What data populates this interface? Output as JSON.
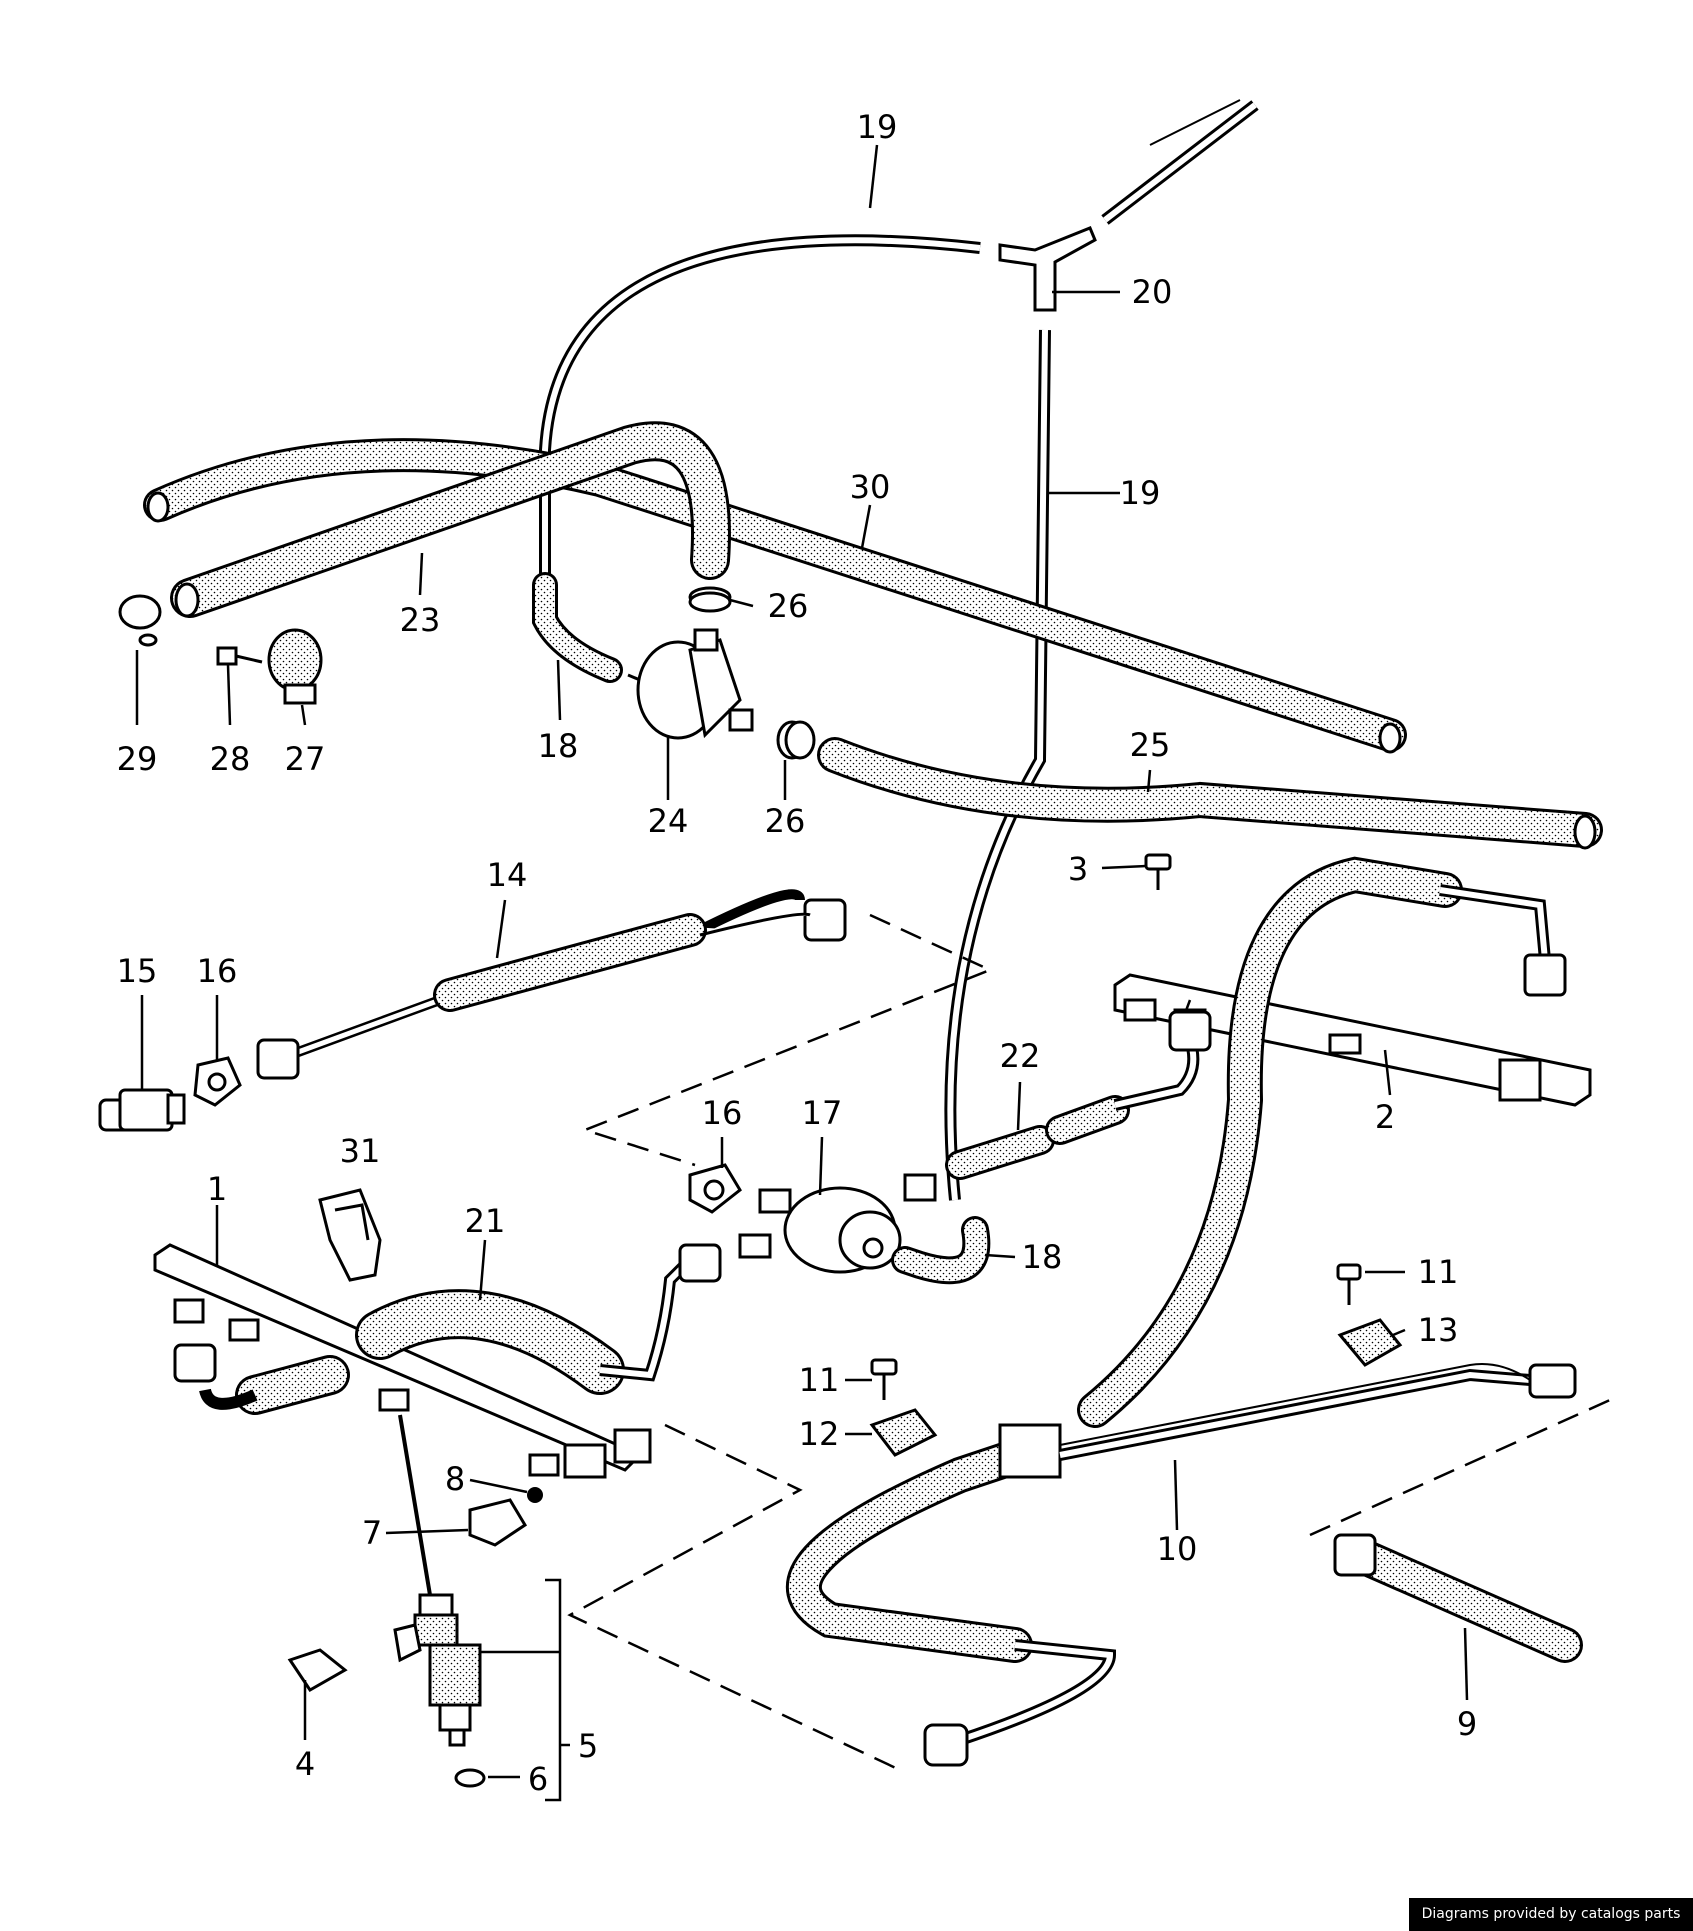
{
  "colors": {
    "ink": "#000000",
    "background": "#ffffff",
    "hose_fill": "#d8d8d8"
  },
  "labels": [
    {
      "id": "1",
      "text": "1"
    },
    {
      "id": "2",
      "text": "2"
    },
    {
      "id": "3",
      "text": "3"
    },
    {
      "id": "4",
      "text": "4"
    },
    {
      "id": "5",
      "text": "5"
    },
    {
      "id": "6",
      "text": "6"
    },
    {
      "id": "7",
      "text": "7"
    },
    {
      "id": "8",
      "text": "8"
    },
    {
      "id": "9",
      "text": "9"
    },
    {
      "id": "10",
      "text": "10"
    },
    {
      "id": "11a",
      "text": "11"
    },
    {
      "id": "11b",
      "text": "11"
    },
    {
      "id": "12",
      "text": "12"
    },
    {
      "id": "13",
      "text": "13"
    },
    {
      "id": "14",
      "text": "14"
    },
    {
      "id": "15",
      "text": "15"
    },
    {
      "id": "16a",
      "text": "16"
    },
    {
      "id": "16b",
      "text": "16"
    },
    {
      "id": "17",
      "text": "17"
    },
    {
      "id": "18a",
      "text": "18"
    },
    {
      "id": "18b",
      "text": "18"
    },
    {
      "id": "19a",
      "text": "19"
    },
    {
      "id": "19b",
      "text": "19"
    },
    {
      "id": "20",
      "text": "20"
    },
    {
      "id": "21",
      "text": "21"
    },
    {
      "id": "22",
      "text": "22"
    },
    {
      "id": "23",
      "text": "23"
    },
    {
      "id": "24",
      "text": "24"
    },
    {
      "id": "25",
      "text": "25"
    },
    {
      "id": "26a",
      "text": "26"
    },
    {
      "id": "26b",
      "text": "26"
    },
    {
      "id": "27",
      "text": "27"
    },
    {
      "id": "28",
      "text": "28"
    },
    {
      "id": "29",
      "text": "29"
    },
    {
      "id": "30",
      "text": "30"
    },
    {
      "id": "31",
      "text": "31"
    }
  ],
  "credit": "Diagrams provided by catalogs parts"
}
